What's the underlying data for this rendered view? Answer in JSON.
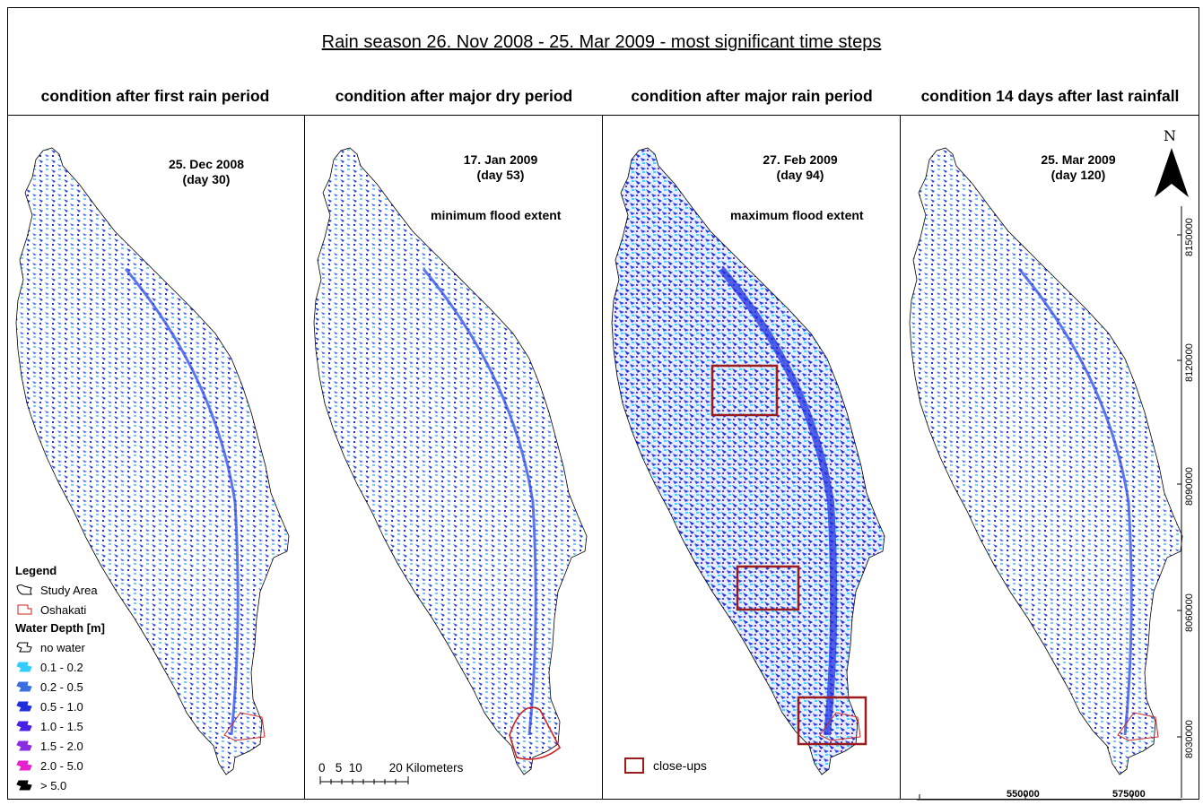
{
  "title": "Rain season 26. Nov 2008 - 25. Mar 2009 - most significant time steps",
  "panels": [
    {
      "heading": "condition after first rain period",
      "date": "25. Dec 2008",
      "day": "(day 30)",
      "note": ""
    },
    {
      "heading": "condition after major dry period",
      "date": "17. Jan 2009",
      "day": "(day 53)",
      "note": "minimum flood extent"
    },
    {
      "heading": "condition after major rain period",
      "date": "27. Feb 2009",
      "day": "(day 94)",
      "note": "maximum flood extent"
    },
    {
      "heading": "condition 14 days after last rainfall",
      "date": "25. Mar 2009",
      "day": "(day 120)",
      "note": ""
    }
  ],
  "legend": {
    "title": "Legend",
    "study_area": "Study Area",
    "oshakati": "Oshakati",
    "depth_title": "Water Depth [m]",
    "classes": [
      {
        "label": "no water",
        "color": "#ffffff"
      },
      {
        "label": "0.1 - 0.2",
        "color": "#33ccff"
      },
      {
        "label": "0.2 - 0.5",
        "color": "#3b6fe0"
      },
      {
        "label": "0.5 - 1.0",
        "color": "#1f2fe0"
      },
      {
        "label": "1.0 - 1.5",
        "color": "#4a1fe6"
      },
      {
        "label": "1.5 - 2.0",
        "color": "#8a2be2"
      },
      {
        "label": "2.0 - 5.0",
        "color": "#e61fcf"
      },
      {
        "label": "> 5.0",
        "color": "#000000"
      }
    ]
  },
  "scale": {
    "labels": "0   5  10        20 Kilometers"
  },
  "closeups_label": "close-ups",
  "north": "N",
  "northing_ticks": [
    "8150000",
    "8120000",
    "8090000",
    "8060000",
    "8030000"
  ],
  "easting_ticks": [
    "550000",
    "575000"
  ],
  "colors": {
    "outline": "#000000",
    "oshakati": "#cc2222",
    "closeup": "#9c1c1c",
    "water_light": "#33ccff",
    "water_mid": "#2040e0",
    "water_deep": "#8a2be2"
  }
}
